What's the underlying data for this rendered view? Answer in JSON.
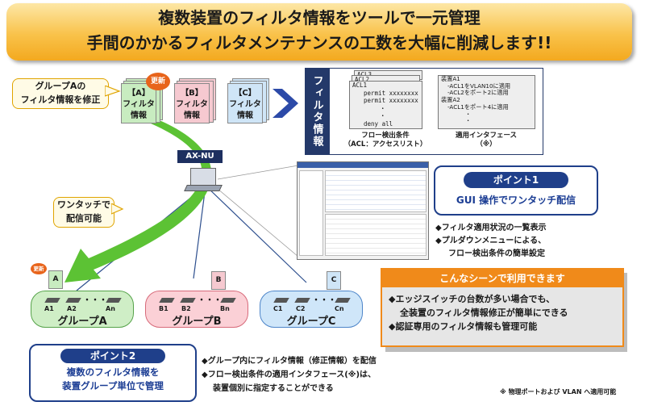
{
  "title": {
    "line1": "複数装置のフィルタ情報をツールで一元管理",
    "line2": "手間のかかるフィルタメンテナンスの工数を大幅に削減します!!"
  },
  "callout_modify": [
    "グループAの",
    "フィルタ情報を修正"
  ],
  "callout_onetouch": [
    "ワンタッチで",
    "配信可能"
  ],
  "update_badge": "更新",
  "update_badge_small": "更新",
  "docs": [
    {
      "id": "a",
      "lines": [
        "【A】",
        "フィルタ",
        "情報"
      ]
    },
    {
      "id": "b",
      "lines": [
        "【B】",
        "フィルタ",
        "情報"
      ]
    },
    {
      "id": "c",
      "lines": [
        "【C】",
        "フィルタ",
        "情報"
      ]
    }
  ],
  "filter_info": {
    "label": "フィルタ情報",
    "acl_tabs": [
      "ACL3",
      "ACL2",
      "ACL1"
    ],
    "acl_lines": [
      "permit xxxxxxxx",
      "permit xxxxxxxx",
      "・",
      "・",
      "deny all"
    ],
    "acl_caption": [
      "フロー検出条件",
      "（ACL：アクセスリスト）"
    ],
    "apply_lines": [
      "装置A1",
      "-ACL1をVLAN10に適用",
      "-ACL2をポート2に適用",
      "装置A2",
      "-ACL1をポート4に適用",
      "・",
      "・"
    ],
    "apply_caption": [
      "適用インタフェース",
      "（※）"
    ]
  },
  "device_name": "AX-NU",
  "point1": {
    "head": "ポイント1",
    "body": "GUI 操作でワンタッチ配信",
    "bullets": [
      "◆フィルタ適用状況の一覧表示",
      "◆プルダウンメニューによる、",
      "フロー検出条件の簡単設定"
    ]
  },
  "scenes": {
    "head": "こんなシーンで利用できます",
    "items": [
      "◆エッジスイッチの台数が多い場合でも、",
      "全装置のフィルタ情報修正が簡単にできる",
      "◆認証専用のフィルタ情報も管理可能"
    ]
  },
  "groups": [
    {
      "id": "a",
      "name": "グループA",
      "doc": "A",
      "switches": [
        "A1",
        "A2",
        "An"
      ]
    },
    {
      "id": "b",
      "name": "グループB",
      "doc": "B",
      "switches": [
        "B1",
        "B2",
        "Bn"
      ]
    },
    {
      "id": "c",
      "name": "グループC",
      "doc": "C",
      "switches": [
        "C1",
        "C2",
        "Cn"
      ]
    }
  ],
  "dots": "・・・",
  "point2": {
    "head": "ポイント2",
    "body": [
      "複数のフィルタ情報を",
      "装置グループ単位で管理"
    ],
    "bullets": [
      "◆グループ内にフィルタ情報（修正情報）を配信",
      "◆フロー検出条件の適用インタフェース(※)は、",
      "装置個別に指定することができる"
    ]
  },
  "footnote": "※ 物理ポートおよび VLAN へ適用可能",
  "colors": {
    "accent_blue": "#1f3f8a",
    "orange": "#f08a1a",
    "arrow_green": "#5cc234",
    "group_a": "#cfeec6",
    "group_b": "#fbd0d6",
    "group_c": "#cfe6f9"
  }
}
